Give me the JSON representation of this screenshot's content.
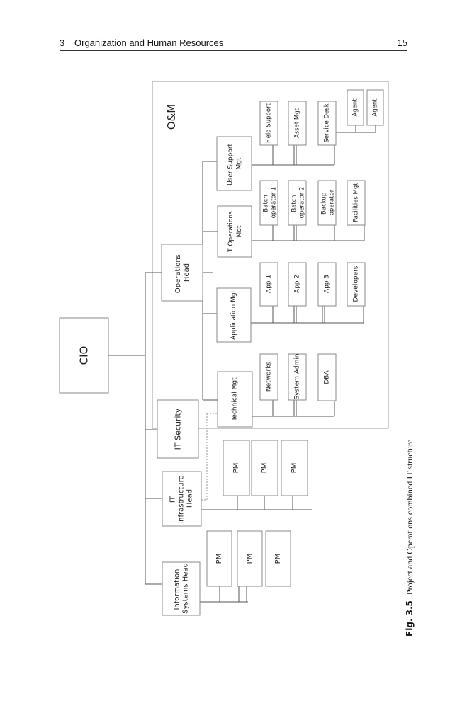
{
  "header": {
    "chapter_number": "3",
    "chapter_title": "Organization and Human Resources",
    "page_number": "15"
  },
  "figure": {
    "caption_label": "Fig. 3.5",
    "caption_text": "Project and Operations combined IT structure",
    "om_label": "O&M",
    "nodes": {
      "cio": "CIO",
      "information_systems_head": [
        "Information",
        "Systems Head"
      ],
      "it_infrastructure_head": [
        "IT",
        "Infrastructure",
        "Head"
      ],
      "it_security": "IT Security",
      "operations_head": [
        "Operations",
        "Head"
      ],
      "technical_mgt": "Technical Mgt",
      "application_mgt": "Application Mgt",
      "it_operations_mgt": [
        "IT Operations",
        "Mgt"
      ],
      "user_support_mgt": [
        "User Support",
        "Mgt"
      ],
      "networks": "Networks",
      "system_admin": "System Admin",
      "dba": "DBA",
      "app1": "App 1",
      "app2": "App 2",
      "app3": "App 3",
      "developers": "Developers",
      "batch_operator_1": [
        "Batch",
        "operator 1"
      ],
      "batch_operator_2": [
        "Batch",
        "operator 2"
      ],
      "backup_operator": [
        "Backup",
        "operator"
      ],
      "facilities_mgt": "Facilities Mgt",
      "field_support": "Field Support",
      "asset_mgt": "Asset Mgt",
      "service_desk": "Service Desk",
      "agent1": "Agent",
      "agent2": "Agent",
      "pm": "PM"
    }
  }
}
